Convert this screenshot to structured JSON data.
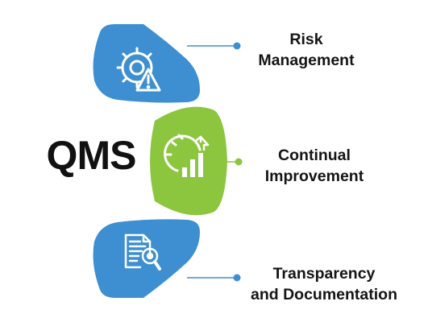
{
  "title": "QMS",
  "items": [
    {
      "line1": "Risk",
      "line2": "Management",
      "icon": "gear-warning-icon",
      "color": "#3d8fd1"
    },
    {
      "line1": "Continual",
      "line2": "Improvement",
      "icon": "gear-growth-chart-icon",
      "color": "#8cc63f"
    },
    {
      "line1": "Transparency",
      "line2": "and Documentation",
      "icon": "document-magnifier-icon",
      "color": "#3d8fd1"
    }
  ],
  "colors": {
    "blue": "#3d8fd1",
    "green": "#8cc63f",
    "dot_blue": "#3d8fd1",
    "dot_green": "#8cc63f"
  }
}
